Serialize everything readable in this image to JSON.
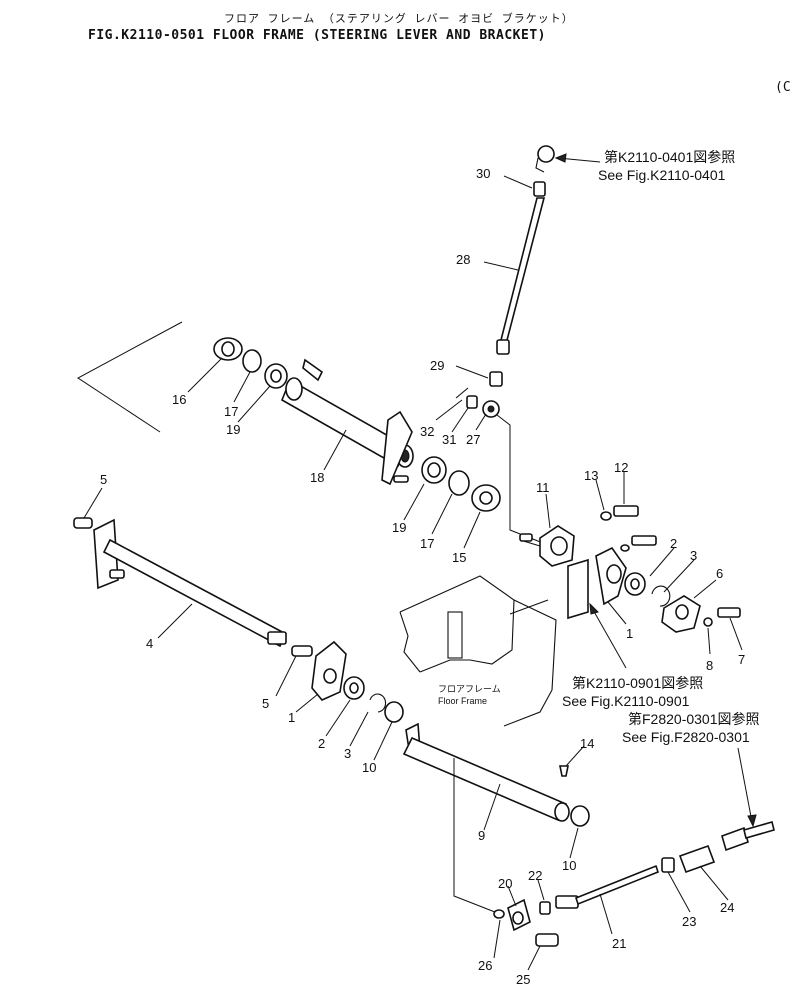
{
  "header": {
    "title_jp": "フロア フレーム （ステアリング レバー オヨビ ブラケット）",
    "title_en": "FIG.K2110-0501  FLOOR FRAME (STEERING LEVER AND BRACKET)",
    "corner_mark": "(C"
  },
  "references": [
    {
      "jp": "第K2110-0401図参照",
      "en": "See Fig.K2110-0401"
    },
    {
      "jp": "第K2110-0901図参照",
      "en": "See Fig.K2110-0901"
    },
    {
      "jp": "第F2820-0301図参照",
      "en": "See Fig.F2820-0301"
    }
  ],
  "floor_frame_label": {
    "jp": "フロアフレーム",
    "en": "Floor Frame"
  },
  "part_numbers": [
    "30",
    "28",
    "29",
    "32",
    "31",
    "27",
    "16",
    "17",
    "19",
    "18",
    "19",
    "17",
    "15",
    "11",
    "13",
    "12",
    "2",
    "3",
    "6",
    "1",
    "8",
    "7",
    "5",
    "4",
    "5",
    "1",
    "2",
    "3",
    "10",
    "14",
    "9",
    "10",
    "20",
    "22",
    "21",
    "23",
    "24",
    "26",
    "25"
  ]
}
